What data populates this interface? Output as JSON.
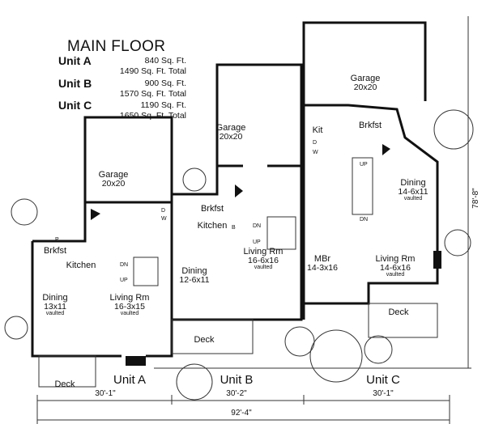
{
  "summary": {
    "title": "MAIN FLOOR",
    "units": [
      {
        "name": "Unit A",
        "sqft": "840 Sq. Ft.",
        "total": "1490 Sq. Ft. Total"
      },
      {
        "name": "Unit B",
        "sqft": "900 Sq. Ft.",
        "total": "1570 Sq. Ft. Total"
      },
      {
        "name": "Unit C",
        "sqft": "1190 Sq. Ft.",
        "total": "1650 Sq. Ft. Total"
      }
    ]
  },
  "unit_a": {
    "garage": {
      "name": "Garage",
      "size": "20x20"
    },
    "brkfst": "Brkfst",
    "kitchen": "Kitchen",
    "dining": {
      "name": "Dining",
      "size": "13x11",
      "note": "vaulted"
    },
    "living": {
      "name": "Living Rm",
      "size": "16-3x15",
      "note": "vaulted"
    },
    "deck": "Deck",
    "label": "Unit A",
    "width": "30'-1\""
  },
  "unit_b": {
    "garage": {
      "name": "Garage",
      "size": "20x20"
    },
    "brkfst": "Brkfst",
    "kitchen": "Kitchen",
    "dining": {
      "name": "Dining",
      "size": "12-6x11"
    },
    "living": {
      "name": "Living Rm",
      "size": "16-6x16",
      "note": "vaulted"
    },
    "deck": "Deck",
    "label": "Unit B",
    "width": "30'-2\""
  },
  "unit_c": {
    "garage": {
      "name": "Garage",
      "size": "20x20"
    },
    "kit": "Kit",
    "brkfst": "Brkfst",
    "dining": {
      "name": "Dining",
      "size": "14-6x11",
      "note": "vaulted"
    },
    "mbr": {
      "name": "MBr",
      "size": "14-3x16"
    },
    "living": {
      "name": "Living Rm",
      "size": "14-6x16",
      "note": "vaulted"
    },
    "deck": "Deck",
    "label": "Unit C",
    "width": "30'-1\""
  },
  "marks": {
    "dn": "DN",
    "up": "UP",
    "w": "W",
    "d": "D",
    "p": "P",
    "b": "B"
  },
  "overall_width": "92'-4\"",
  "overall_depth": "78'-8\""
}
